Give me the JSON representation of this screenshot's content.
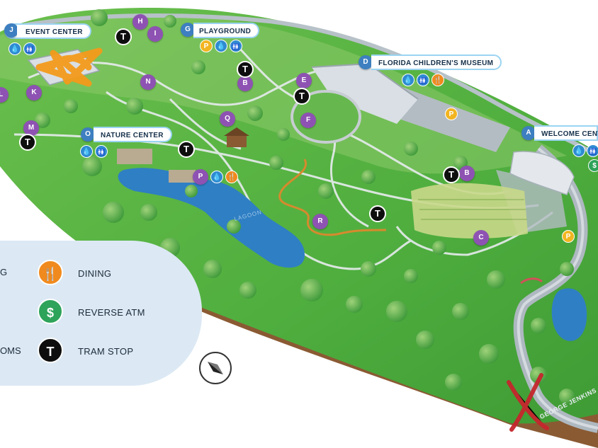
{
  "labels": {
    "event_center": {
      "letter": "J",
      "name": "EVENT CENTER"
    },
    "playground": {
      "letter": "G",
      "name": "PLAYGROUND"
    },
    "childrens_museum": {
      "letter": "D",
      "name": "FLORIDA CHILDREN'S MUSEUM"
    },
    "nature_center": {
      "letter": "O",
      "name": "NATURE CENTER"
    },
    "welcome_center": {
      "letter": "A",
      "name": "WELCOME CENT"
    }
  },
  "markers": {
    "h": "H",
    "i": "I",
    "k": "K",
    "l": "L",
    "m": "M",
    "n": "N",
    "b1": "B",
    "b2": "B",
    "e": "E",
    "f": "F",
    "q": "Q",
    "p": "P",
    "r": "R",
    "c": "C"
  },
  "tram_glyph": "T",
  "icons": {
    "water": "💧",
    "restroom": "🚻",
    "parking": "P",
    "dining": "🍴",
    "atm": "$"
  },
  "legend": {
    "items": [
      {
        "id": "dining",
        "glyph": "🍴",
        "label": "DINING",
        "color": "#f08a1e"
      },
      {
        "id": "atm",
        "glyph": "$",
        "label": "REVERSE ATM",
        "color": "#2ea35a"
      },
      {
        "id": "tram",
        "glyph": "T",
        "label": "TRAM STOP",
        "color": "#0e0e0e"
      }
    ],
    "cut_labels": [
      "G",
      "OMS"
    ]
  },
  "road_label": "GEORGE JENKINS",
  "lake_label": "LAGOON",
  "colors": {
    "grass": "#4fae3e",
    "water": "#2f7fc4",
    "path": "#d8dde2",
    "soil": "#8a5a33",
    "legend_bg": "#dce9f4",
    "marker": "#8e52b3",
    "annotation_star": "#f39a1b",
    "annotation_x": "#c5262d"
  }
}
